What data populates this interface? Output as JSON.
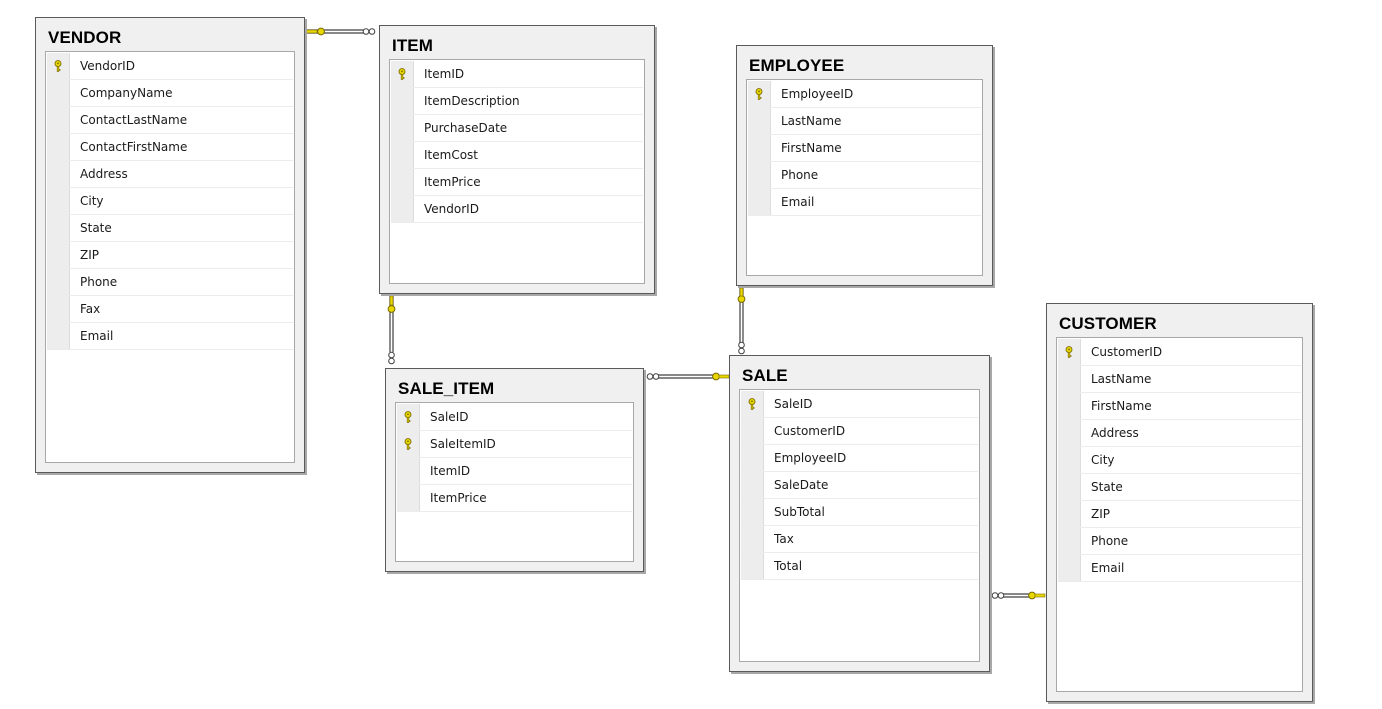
{
  "tables": {
    "vendor": {
      "title": "VENDOR",
      "columns": [
        {
          "name": "VendorID",
          "pk": true
        },
        {
          "name": "CompanyName",
          "pk": false
        },
        {
          "name": "ContactLastName",
          "pk": false
        },
        {
          "name": "ContactFirstName",
          "pk": false
        },
        {
          "name": "Address",
          "pk": false
        },
        {
          "name": "City",
          "pk": false
        },
        {
          "name": "State",
          "pk": false
        },
        {
          "name": "ZIP",
          "pk": false
        },
        {
          "name": "Phone",
          "pk": false
        },
        {
          "name": "Fax",
          "pk": false
        },
        {
          "name": "Email",
          "pk": false
        }
      ]
    },
    "item": {
      "title": "ITEM",
      "columns": [
        {
          "name": "ItemID",
          "pk": true
        },
        {
          "name": "ItemDescription",
          "pk": false
        },
        {
          "name": "PurchaseDate",
          "pk": false
        },
        {
          "name": "ItemCost",
          "pk": false
        },
        {
          "name": "ItemPrice",
          "pk": false
        },
        {
          "name": "VendorID",
          "pk": false
        }
      ]
    },
    "employee": {
      "title": "EMPLOYEE",
      "columns": [
        {
          "name": "EmployeeID",
          "pk": true
        },
        {
          "name": "LastName",
          "pk": false
        },
        {
          "name": "FirstName",
          "pk": false
        },
        {
          "name": "Phone",
          "pk": false
        },
        {
          "name": "Email",
          "pk": false
        }
      ]
    },
    "customer": {
      "title": "CUSTOMER",
      "columns": [
        {
          "name": "CustomerID",
          "pk": true
        },
        {
          "name": "LastName",
          "pk": false
        },
        {
          "name": "FirstName",
          "pk": false
        },
        {
          "name": "Address",
          "pk": false
        },
        {
          "name": "City",
          "pk": false
        },
        {
          "name": "State",
          "pk": false
        },
        {
          "name": "ZIP",
          "pk": false
        },
        {
          "name": "Phone",
          "pk": false
        },
        {
          "name": "Email",
          "pk": false
        }
      ]
    },
    "sale_item": {
      "title": "SALE_ITEM",
      "columns": [
        {
          "name": "SaleID",
          "pk": true
        },
        {
          "name": "SaleItemID",
          "pk": true
        },
        {
          "name": "ItemID",
          "pk": false
        },
        {
          "name": "ItemPrice",
          "pk": false
        }
      ]
    },
    "sale": {
      "title": "SALE",
      "columns": [
        {
          "name": "SaleID",
          "pk": true
        },
        {
          "name": "CustomerID",
          "pk": false
        },
        {
          "name": "EmployeeID",
          "pk": false
        },
        {
          "name": "SaleDate",
          "pk": false
        },
        {
          "name": "SubTotal",
          "pk": false
        },
        {
          "name": "Tax",
          "pk": false
        },
        {
          "name": "Total",
          "pk": false
        }
      ]
    }
  },
  "relationships": [
    {
      "one": "vendor",
      "many": "item"
    },
    {
      "one": "item",
      "many": "sale_item"
    },
    {
      "one": "employee",
      "many": "sale"
    },
    {
      "one": "sale",
      "many": "sale_item"
    },
    {
      "one": "customer",
      "many": "sale"
    }
  ],
  "colors": {
    "key_fill": "#e8d800",
    "key_stroke": "#7a6a00",
    "line": "#404040"
  },
  "icons": {
    "primary_key": "key-icon",
    "one_end": "key-icon",
    "many_end": "infinity-icon"
  }
}
